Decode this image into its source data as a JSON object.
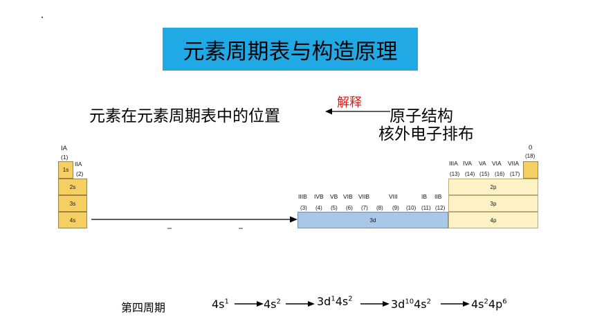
{
  "title": "元素周期表与构造原理",
  "relation": {
    "left": "元素在元素周期表中的位置",
    "arrow_label": "解释",
    "right_line1": "原子结构",
    "right_line2": "核外电子排布"
  },
  "table": {
    "left_groups": {
      "g1": "IA",
      "g1n": "(1)",
      "g2": "IIA",
      "g2n": "(2)"
    },
    "s_cells": [
      "1s",
      "2s",
      "3s",
      "4s"
    ],
    "d_groups": [
      "IIIB",
      "IVB",
      "VB",
      "VIB",
      "VIIB",
      "VIII",
      "IB",
      "IIB"
    ],
    "d_numbers": [
      "(3)",
      "(4)",
      "(5)",
      "(6)",
      "(7)",
      "(8)",
      "(9)",
      "(10)",
      "(11)",
      "(12)"
    ],
    "d_cell": "3d",
    "p_groups": [
      "IIIA",
      "IVA",
      "VA",
      "VIA",
      "VIIA"
    ],
    "p_numbers": [
      "(13)",
      "(14)",
      "(15)",
      "(16)",
      "(17)"
    ],
    "g18": "0",
    "g18n": "(18)",
    "p_cells": [
      "2p",
      "3p",
      "4p"
    ]
  },
  "sequence": {
    "label": "第四周期",
    "steps": [
      {
        "base": "4s",
        "sup": "1"
      },
      {
        "base": "4s",
        "sup": "2"
      },
      {
        "base": "3d",
        "sup": "1",
        "base2": "4s",
        "sup2": "2"
      },
      {
        "base": "3d",
        "sup": "10",
        "base2": "4s",
        "sup2": "2"
      },
      {
        "base": "4s",
        "sup": "2",
        "base2": "4p",
        "sup2": "6"
      }
    ]
  }
}
